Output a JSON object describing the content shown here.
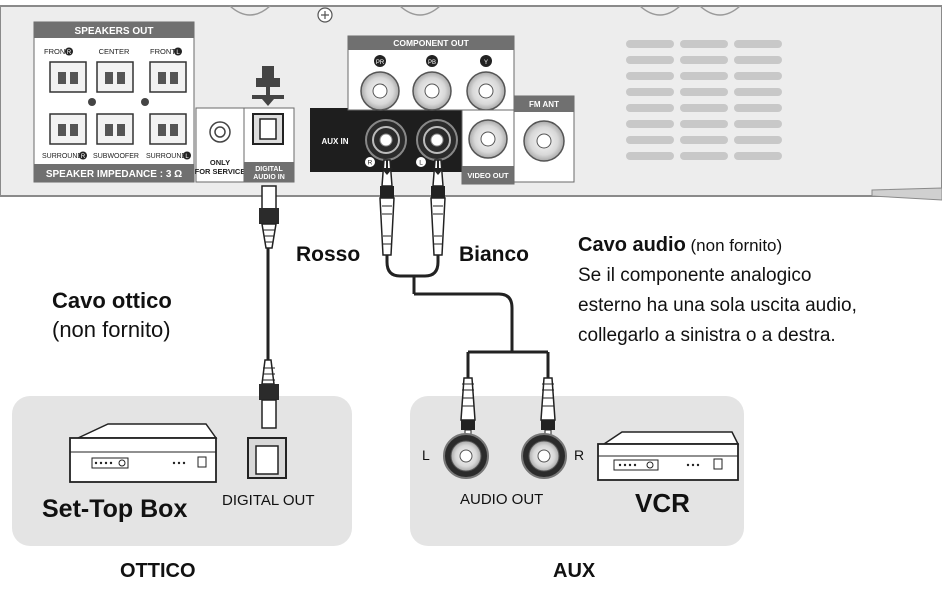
{
  "panel": {
    "speakers_out": "SPEAKERS OUT",
    "front_r": "FRONT",
    "center": "CENTER",
    "front_l": "FRONT",
    "surround_r": "SURROUND",
    "subwoofer": "SUBWOOFER",
    "surround_l": "SURROUND",
    "impedance": "SPEAKER IMPEDANCE : 3 Ω",
    "only_for_service": [
      "ONLY",
      "FOR SERVICE"
    ],
    "digital_audio_in": [
      "DIGITAL",
      "AUDIO IN"
    ],
    "component_out": "COMPONENT OUT",
    "comp_pr": "PR",
    "comp_pb": "PB",
    "comp_y": "Y",
    "aux_in": "AUX IN",
    "ch_r": "R",
    "ch_l": "L",
    "video_out": "VIDEO OUT",
    "fm_ant": "FM ANT"
  },
  "labels": {
    "rosso": "Rosso",
    "bianco": "Bianco",
    "cavo_ottico": "Cavo ottico",
    "non_fornito": "(non fornito)",
    "cavo_audio": "Cavo audio",
    "cavo_audio_note": " (non fornito)",
    "audio_desc_1": "Se il componente analogico",
    "audio_desc_2": "esterno ha una sola uscita audio,",
    "audio_desc_3": "collegarlo a sinistra o a destra."
  },
  "optical_box": {
    "device": "Set-Top Box",
    "port": "DIGITAL OUT",
    "caption": "OTTICO"
  },
  "aux_box": {
    "l": "L",
    "r": "R",
    "port": "AUDIO OUT",
    "device": "VCR",
    "caption": "AUX"
  },
  "colors": {
    "panel_fill": "#ececec",
    "panel_dark": "#7a7a7a",
    "jack_dark": "#2b2b2b",
    "box_fill": "#e4e4e4"
  }
}
